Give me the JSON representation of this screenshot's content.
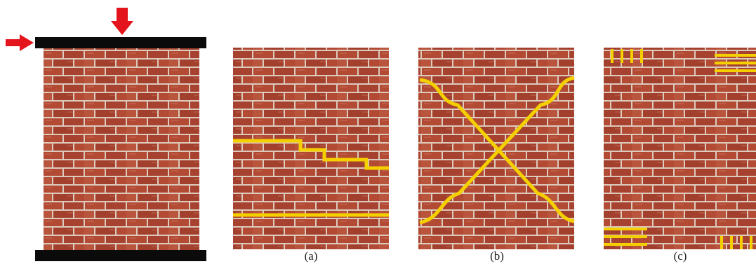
{
  "colors": {
    "background": "#ffffff",
    "brick": "#b24a34",
    "mortar": "#e0cfc2",
    "crack": "#f5d000",
    "arrow": "#e3141b",
    "platen": "#0b0b0b"
  },
  "panels": [
    {
      "id": "loaded-wall",
      "label": ""
    },
    {
      "id": "sliding-failure",
      "label": "(a)"
    },
    {
      "id": "diagonal-shear-failure",
      "label": "(b)"
    },
    {
      "id": "rocking-failure",
      "label": "(c)"
    }
  ],
  "icons": {
    "vertical_load": "red-down-arrow-icon",
    "horizontal_load": "red-right-arrow-icon"
  }
}
